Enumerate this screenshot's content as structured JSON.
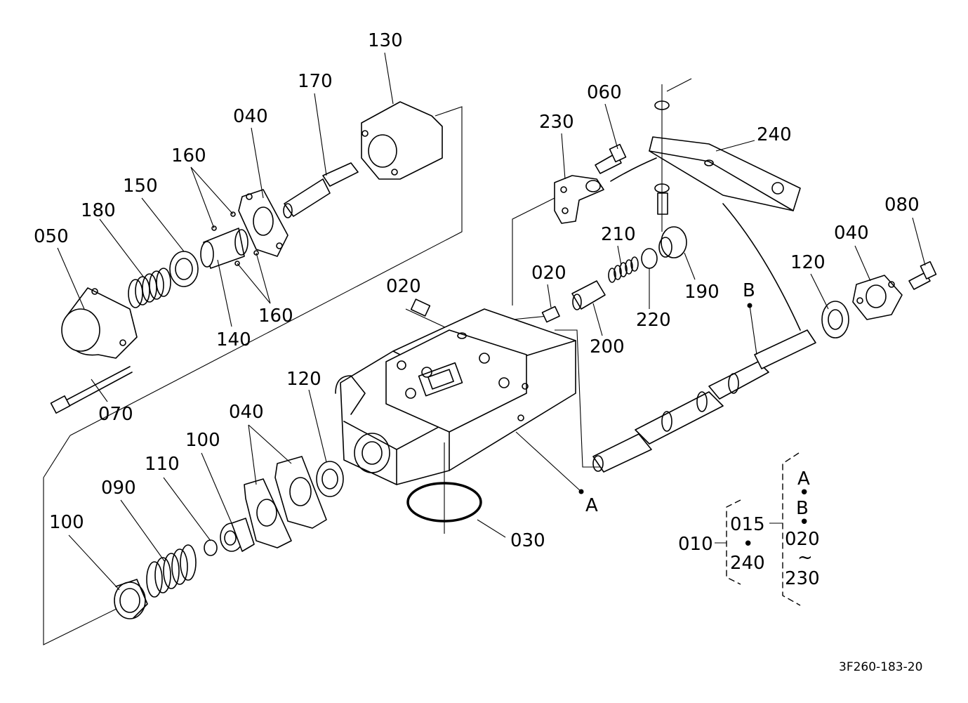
{
  "diagram_id": "3F260-183-20",
  "parts": {
    "p130": "130",
    "p170": "170",
    "p040_top": "040",
    "p160_a": "160",
    "p150": "150",
    "p180": "180",
    "p050": "050",
    "p140": "140",
    "p160_b": "160",
    "p070": "070",
    "p020_left": "020",
    "p120_left": "120",
    "p040_mid": "040",
    "p100_a": "100",
    "p110": "110",
    "p090": "090",
    "p100_b": "100",
    "p030": "030",
    "pA": "A",
    "p060": "060",
    "p230": "230",
    "p240": "240",
    "p210": "210",
    "p020_mid": "020",
    "p220": "220",
    "p190": "190",
    "p200": "200",
    "p080": "080",
    "p040_right": "040",
    "p120_right": "120",
    "pB": "B"
  },
  "legend": {
    "assembly": "010",
    "range_start": "015",
    "dot1": "•",
    "range_end": "240",
    "ref_a": "A",
    "dot2": "•",
    "ref_b": "B",
    "dot3": "•",
    "sub_start": "020",
    "tilde": "~",
    "sub_end": "230"
  }
}
